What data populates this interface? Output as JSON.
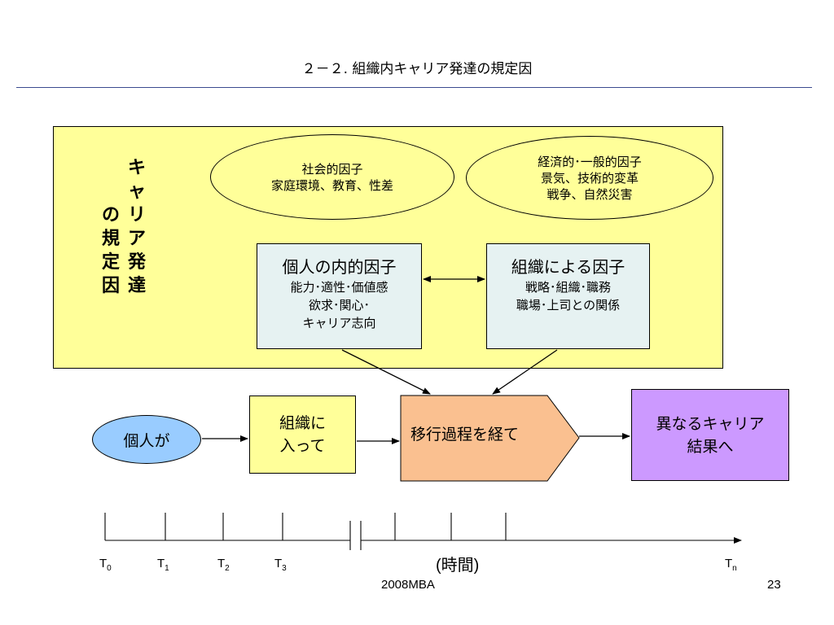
{
  "title": "２－２. 組織内キャリア発達の規定因",
  "side_label": {
    "col1": [
      "キ",
      "ャ",
      "リ",
      "ア",
      "発",
      "達"
    ],
    "col2": [
      "の",
      "規",
      "定",
      "因"
    ]
  },
  "ellipses": [
    {
      "lines": [
        "社会的因子",
        "家庭環境、教育、性差"
      ]
    },
    {
      "lines": [
        "経済的･一般的因子",
        "景気、技術的変革",
        "戦争、自然災害"
      ]
    }
  ],
  "factor_boxes": [
    {
      "heading": "個人の内的因子",
      "lines": [
        "能力･適性･価値感",
        "欲求･関心･",
        "キャリア志向"
      ]
    },
    {
      "heading": "組織による因子",
      "lines": [
        "戦略･組織･職務",
        "職場･上司との関係"
      ]
    }
  ],
  "flow": {
    "individual": "個人が",
    "join": [
      "組織に",
      "入って"
    ],
    "transition": "移行過程を経て",
    "result": [
      "異なるキャリア",
      "結果へ"
    ]
  },
  "timeline": {
    "labels": [
      {
        "base": "T",
        "sub": "0"
      },
      {
        "base": "T",
        "sub": "1"
      },
      {
        "base": "T",
        "sub": "2"
      },
      {
        "base": "T",
        "sub": "3"
      },
      {
        "base": "T",
        "sub": "n"
      }
    ],
    "time_label": "(時間)"
  },
  "footer": {
    "center": "2008MBA",
    "page": "23"
  },
  "colors": {
    "panel": "#ffff99",
    "factor_box": "#e6f2f2",
    "individual": "#99ccff",
    "transition": "#fac090",
    "result": "#cc99ff",
    "rule": "#3a4a8f"
  }
}
